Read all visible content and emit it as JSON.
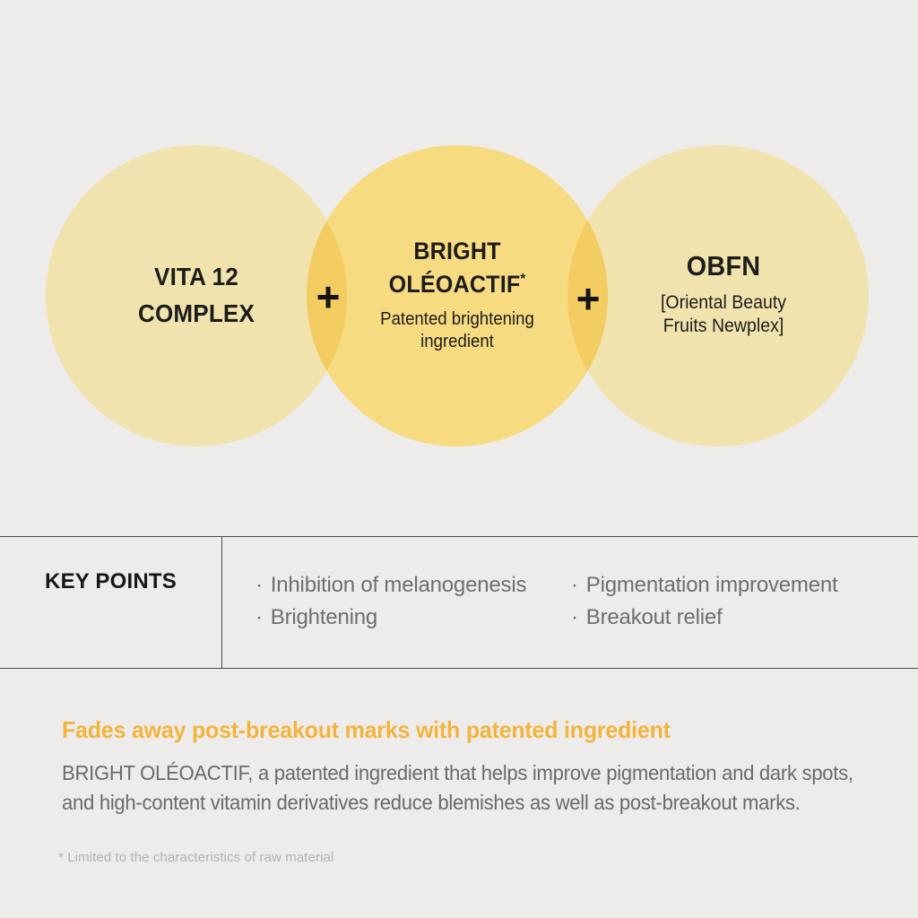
{
  "colors": {
    "background": "#EDECEA",
    "circle_side": "#F1E3AE",
    "circle_middle": "#F6DB81",
    "circle_overlap": "#F3CD62",
    "rule": "#4A4A4A",
    "heading_accent": "#F3B43C"
  },
  "venn": {
    "plus_sign": "+",
    "circle1": {
      "line1": "VITA 12",
      "line2": "COMPLEX"
    },
    "circle2": {
      "line1": "BRIGHT",
      "line2": "OLÉOACTIF",
      "marker": "*",
      "sub1": "Patented brightening",
      "sub2": "ingredient"
    },
    "circle3": {
      "title": "OBFN",
      "sub1": "[Oriental Beauty",
      "sub2": "Fruits Newplex]"
    }
  },
  "key_points": {
    "label": "KEY POINTS",
    "bullet": "·",
    "col1": [
      "Inhibition of melanogenesis",
      "Brightening"
    ],
    "col2": [
      "Pigmentation improvement",
      "Breakout relief"
    ]
  },
  "description": {
    "heading": "Fades away post-breakout marks with patented ingredient",
    "line1": "BRIGHT OLÉOACTIF, a patented ingredient that helps improve pigmentation and dark spots,",
    "line2": "and high-content vitamin derivatives reduce blemishes as well as post-breakout marks.",
    "footnote": "* Limited to the characteristics of raw material"
  }
}
